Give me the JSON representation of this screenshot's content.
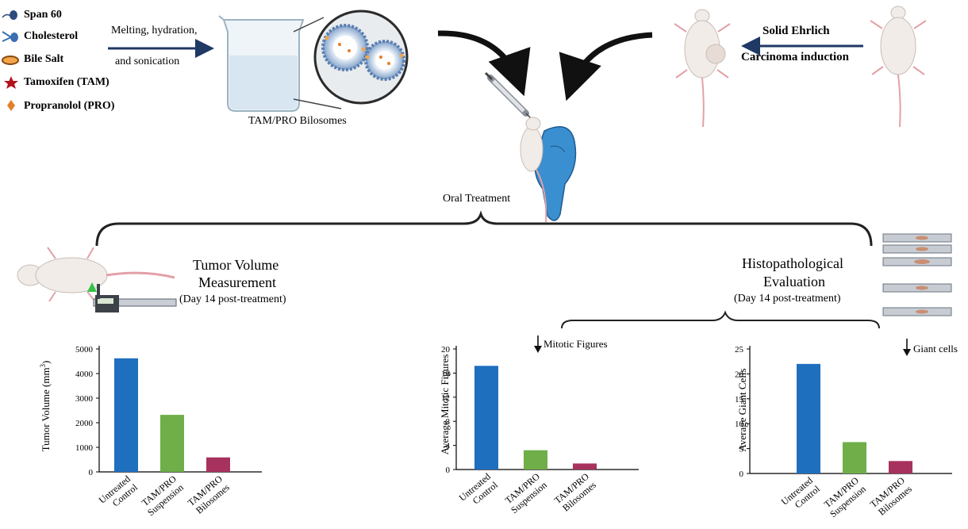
{
  "legend": {
    "items": [
      {
        "label": "Span 60",
        "icon": "span60-icon"
      },
      {
        "label": "Cholesterol",
        "icon": "cholesterol-icon"
      },
      {
        "label": "Bile Salt",
        "icon": "bile-salt-icon"
      },
      {
        "label": "Tamoxifen (TAM)",
        "icon": "tamoxifen-star-icon"
      },
      {
        "label": "Propranolol (PRO)",
        "icon": "propranolol-diamond-icon"
      }
    ]
  },
  "process": {
    "line1": "Melting, hydration,",
    "line2": "and sonication",
    "product": "TAM/PRO Bilosomes"
  },
  "induction": {
    "line1": "Solid Ehrlich",
    "line2": "Carcinoma induction"
  },
  "treatment": {
    "label": "Oral Treatment"
  },
  "tumor_section": {
    "line1": "Tumor Volume",
    "line2": "Measurement",
    "line3": "(Day 14 post-treatment)"
  },
  "histo_section": {
    "line1": "Histopathological",
    "line2": "Evaluation",
    "line3": "(Day 14 post-treatment)"
  },
  "colors": {
    "untreated": "#1f6fbf",
    "suspension": "#6fae48",
    "bilosomes": "#a8325e",
    "arrow_blue": "#1f3864",
    "glove": "#3a8fd0"
  },
  "chart_data": [
    {
      "type": "bar",
      "title": "",
      "xlabel": "",
      "ylabel": "Tumor Volume (mm³)",
      "ylabel_main": "Tumor Volume (mm",
      "ylabel_sup": "3",
      "ylabel_end": ")",
      "ylim": [
        0,
        5000
      ],
      "yticks": [
        "0",
        "1000",
        "2000",
        "3000",
        "4000",
        "5000"
      ],
      "annotation": "",
      "categories": [
        [
          "Untreated",
          "Control"
        ],
        [
          "TAM/PRO",
          "Suspension"
        ],
        [
          "TAM/PRO",
          "Bilosomes"
        ]
      ],
      "values": [
        4620,
        2320,
        590
      ]
    },
    {
      "type": "bar",
      "title": "",
      "xlabel": "",
      "ylabel": "Average Mitotic Figures",
      "ylim": [
        0,
        20
      ],
      "yticks": [
        "0",
        "4",
        "8",
        "12",
        "16",
        "20"
      ],
      "annotation": "Mitotic Figures",
      "categories": [
        [
          "Untreated",
          "Control"
        ],
        [
          "TAM/PRO",
          "Suspension"
        ],
        [
          "TAM/PRO",
          "Bilosomes"
        ]
      ],
      "values": [
        17.2,
        3.2,
        1.0
      ]
    },
    {
      "type": "bar",
      "title": "",
      "xlabel": "",
      "ylabel": "Average Giant Cells",
      "ylim": [
        0,
        25
      ],
      "yticks": [
        "0",
        "5",
        "10",
        "15",
        "20",
        "25"
      ],
      "annotation": "Giant cells",
      "categories": [
        [
          "Untreated",
          "Control"
        ],
        [
          "TAM/PRO",
          "Suspension"
        ],
        [
          "TAM/PRO",
          "Bilosomes"
        ]
      ],
      "values": [
        22,
        6.3,
        2.5
      ]
    }
  ]
}
